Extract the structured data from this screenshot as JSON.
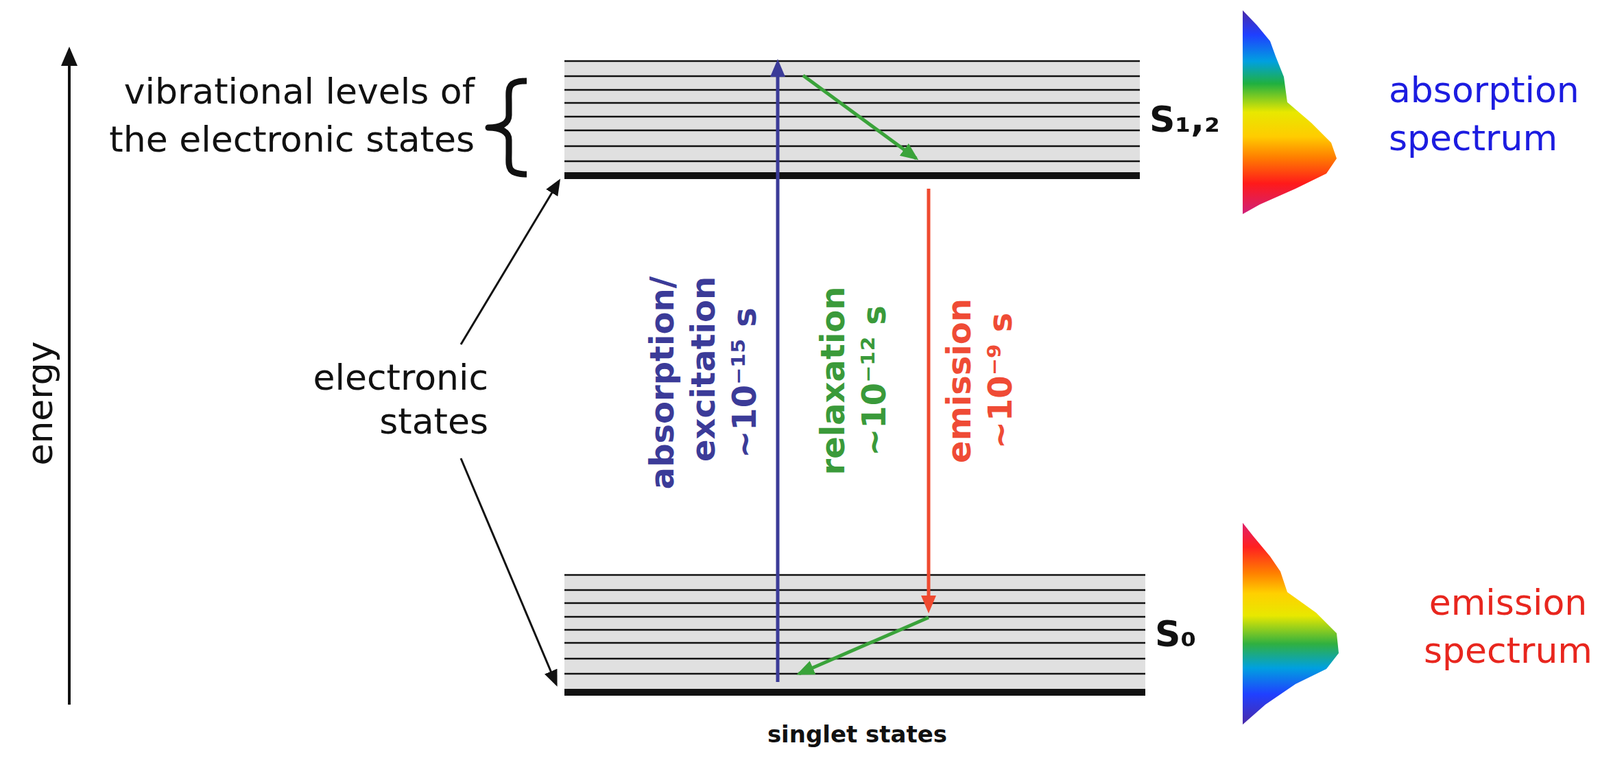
{
  "diagram": {
    "nodes": [
      {
        "text": [
          "S₁,₂"
        ]
      },
      {
        "text": [
          "S₀"
        ]
      }
    ],
    "edges": [
      {
        "from": 1,
        "to": 0,
        "arrow": "to"
      },
      {
        "from": 0,
        "to": 1,
        "arrow": "to"
      }
    ],
    "labels": [
      "energy",
      "vibrational levels of the electronic states",
      "electronic states",
      "absorption/ excitation",
      "~10⁻¹⁵ s",
      "relaxation",
      "~10⁻¹² s",
      "emission",
      "~10⁻⁹ s",
      "absorption spectrum",
      "emission spectrum",
      "singlet states"
    ]
  }
}
